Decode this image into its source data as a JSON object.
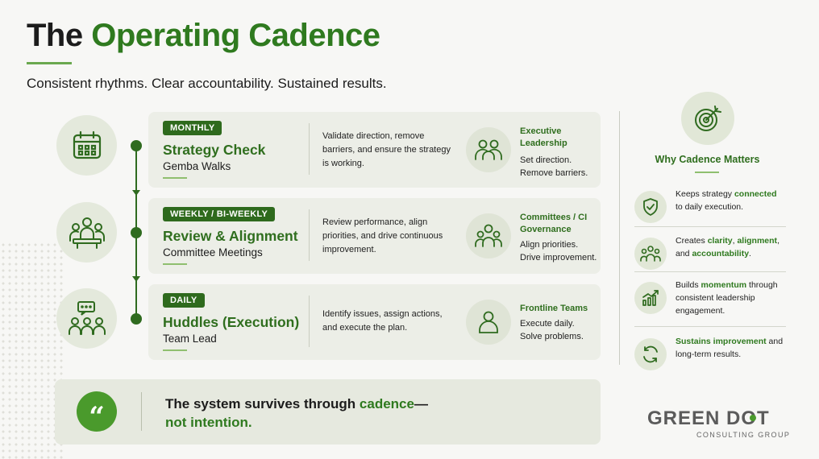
{
  "header": {
    "title_part1": "The ",
    "title_part2": "Operating Cadence",
    "subtitle": "Consistent rhythms. Clear accountability. Sustained results."
  },
  "cadences": [
    {
      "tag": "MONTHLY",
      "title": "Strategy Check",
      "sub": "Gemba Walks",
      "description": "Validate direction, remove barriers, and ensure the strategy is working.",
      "role": "Executive Leadership",
      "action_1": "Set direction.",
      "action_2": "Remove barriers.",
      "left_icon": "calendar-icon",
      "role_icon": "executives-icon"
    },
    {
      "tag": "WEEKLY / BI-WEEKLY",
      "title": "Review & Alignment",
      "sub": "Committee Meetings",
      "description": "Review performance, align priorities, and drive continuous improvement.",
      "role": "Committees / CI Governance",
      "action_1": "Align priorities.",
      "action_2": "Drive improvement.",
      "left_icon": "meeting-icon",
      "role_icon": "committee-icon"
    },
    {
      "tag": "DAILY",
      "title": "Huddles (Execution)",
      "sub": "Team Lead",
      "description": "Identify issues, assign actions, and execute the plan.",
      "role": "Frontline Teams",
      "action_1": "Execute daily.",
      "action_2": "Solve problems.",
      "left_icon": "huddle-icon",
      "role_icon": "person-icon"
    }
  ],
  "quote": {
    "mark": "“",
    "part1": "The system survives through ",
    "accent": "cadence",
    "part2": "—",
    "line2": "not intention."
  },
  "why": {
    "title": "Why Cadence Matters",
    "items": [
      {
        "pre": "Keeps strategy ",
        "accent": "connected",
        "post": " to daily execution.",
        "icon": "shield-check-icon"
      },
      {
        "pre": "Creates ",
        "accent": "clarity",
        "mid": ", ",
        "accent2": "alignment",
        "mid2": ", and ",
        "accent3": "accountability",
        "post": ".",
        "icon": "team-icon"
      },
      {
        "pre": "Builds ",
        "accent": "momentum",
        "post": " through consistent leadership engagement.",
        "icon": "growth-chart-icon"
      },
      {
        "pre": "",
        "accent": "Sustains improvement",
        "post": " and long-term results.",
        "icon": "refresh-icon"
      }
    ]
  },
  "logo": {
    "brand_a": "GREEN D",
    "brand_b": "O",
    "brand_c": "T",
    "sub": "CONSULTING GROUP"
  },
  "colors": {
    "accent": "#2f7a1f",
    "tag_bg": "#2e6a1d",
    "badge": "#4a9a2c"
  }
}
